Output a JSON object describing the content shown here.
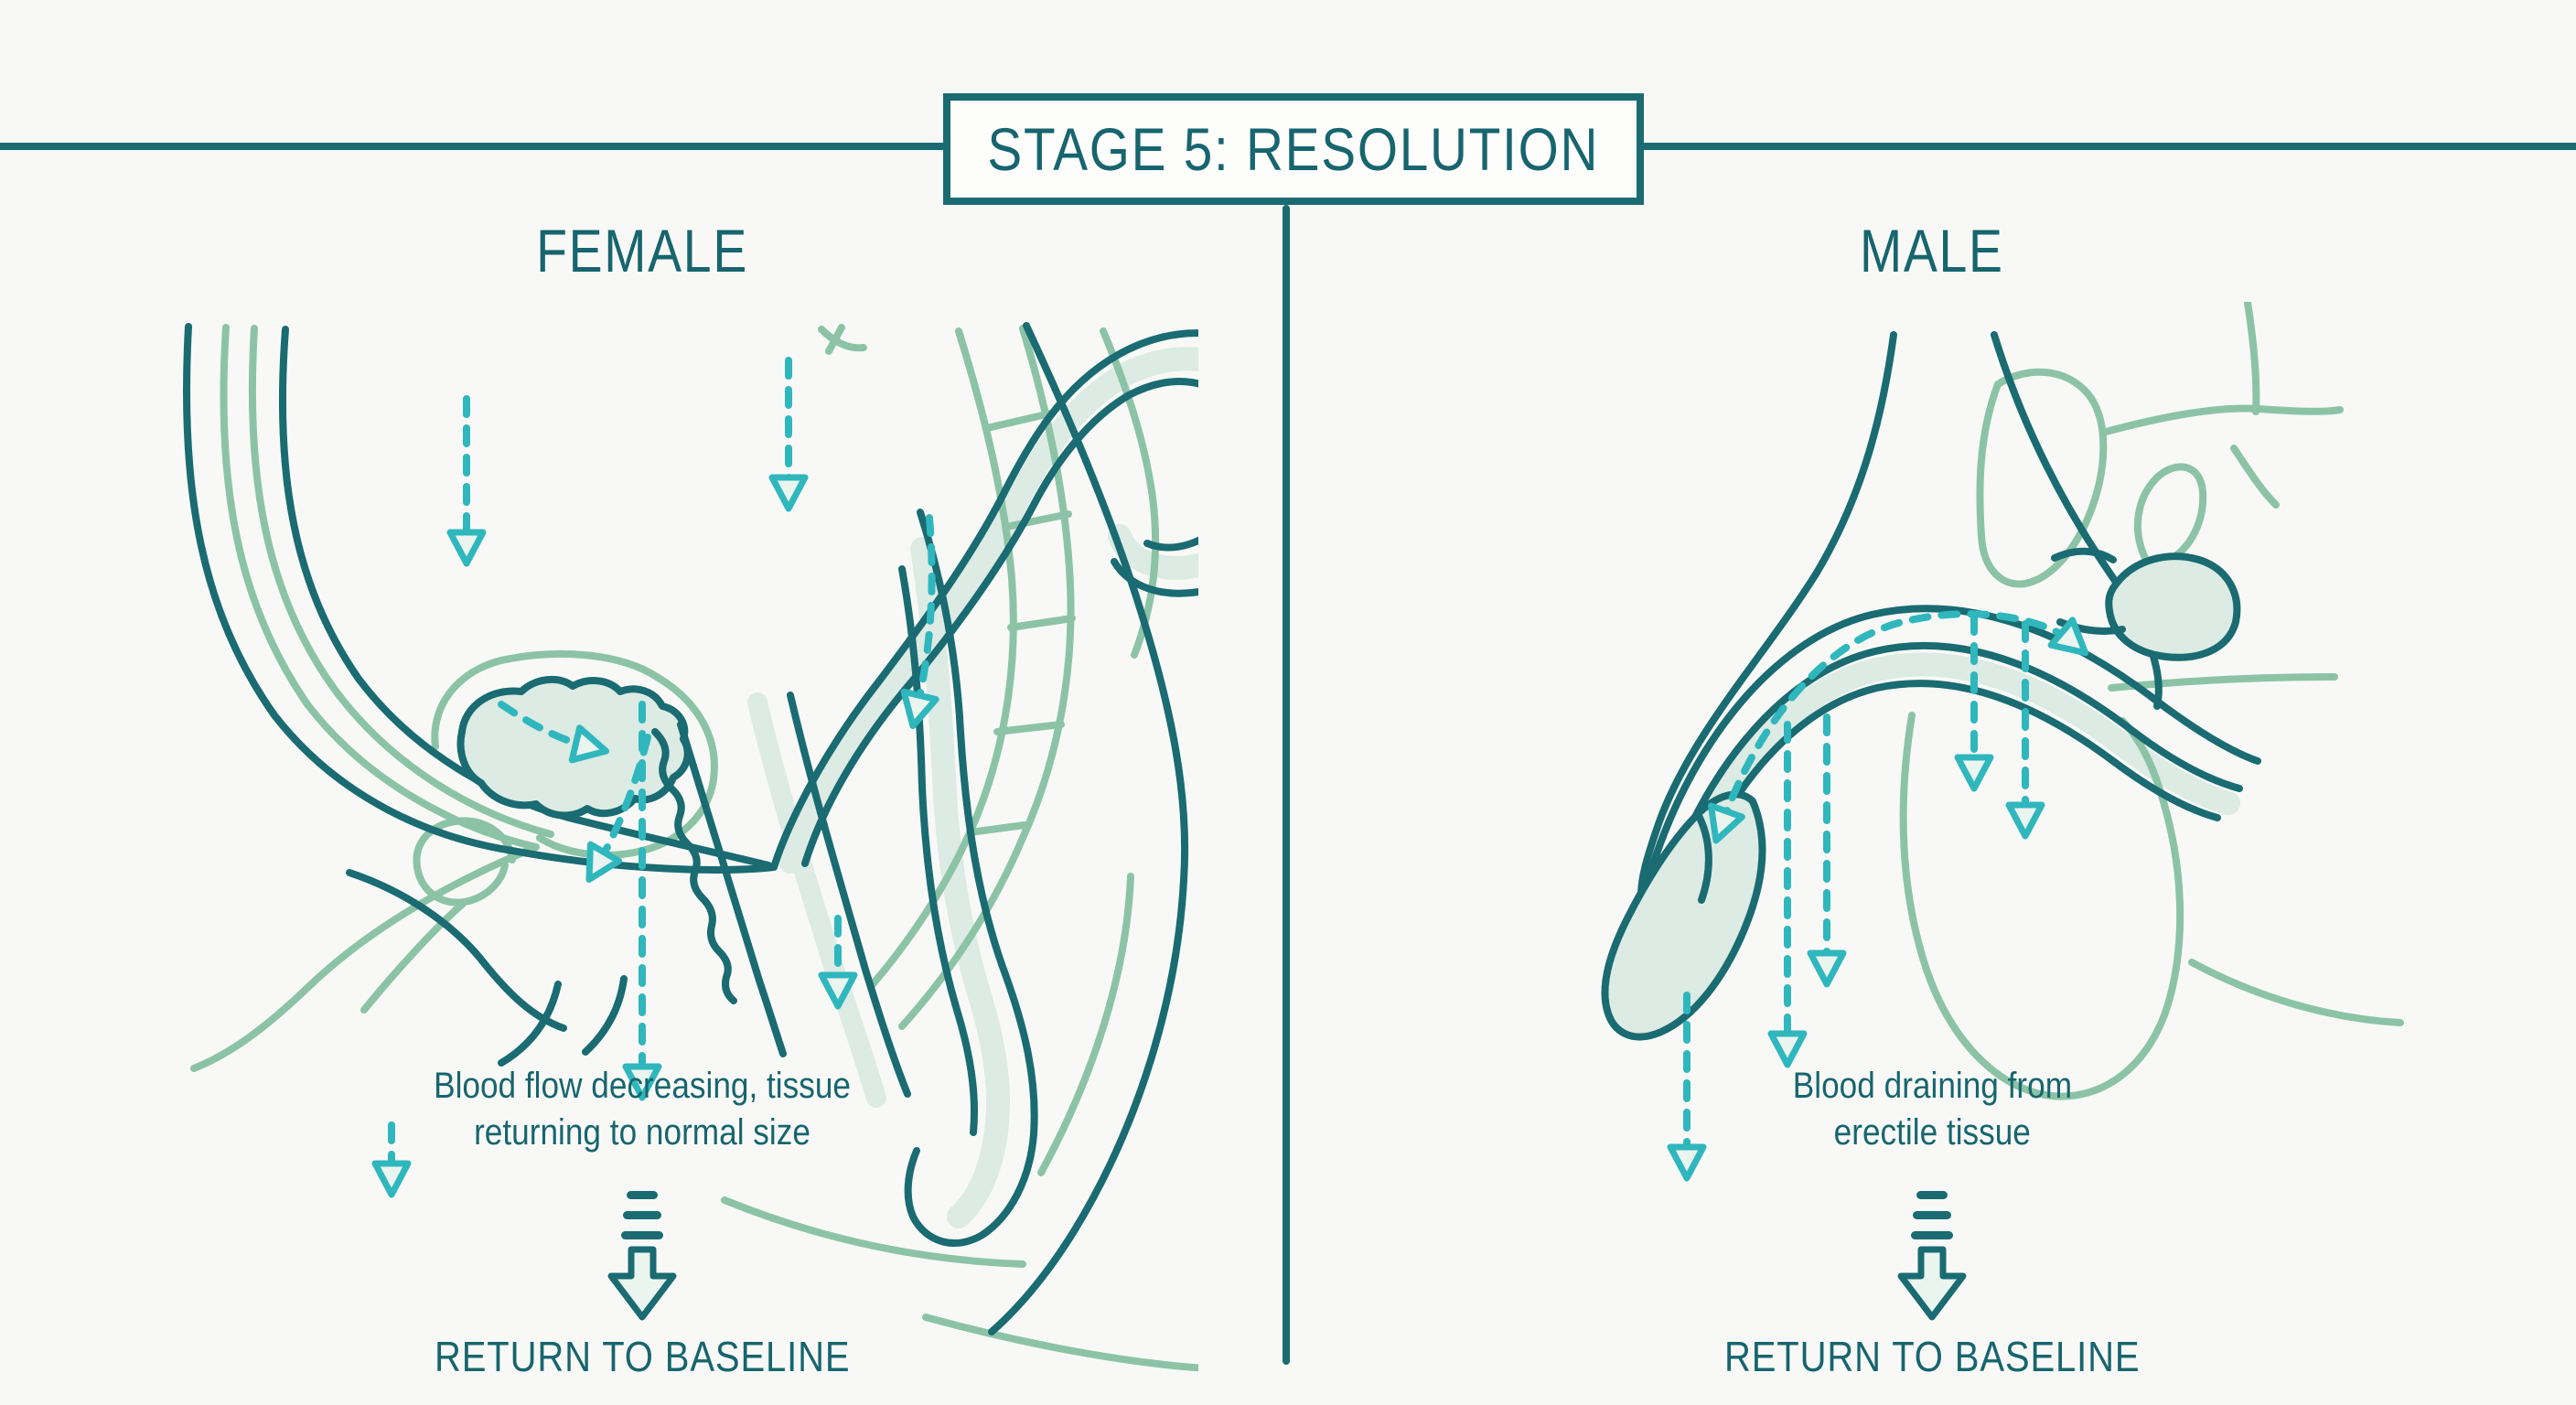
{
  "header": {
    "title": "STAGE 5: RESOLUTION"
  },
  "panels": {
    "female": {
      "heading": "FEMALE",
      "caption": {
        "line1": "Blood flow decreasing, tissue",
        "line2": "returning to normal size"
      },
      "baseline_label": "RETURN TO BASELINE"
    },
    "male": {
      "heading": "MALE",
      "caption": {
        "line1": "Blood draining from",
        "line2": "erectile tissue"
      },
      "baseline_label": "RETURN TO BASELINE"
    }
  },
  "colors": {
    "background": "#f8f9f6",
    "dark_teal": "#1a6b72",
    "text_teal": "#17656e",
    "light_green": "#8cc3a6",
    "mint": "#dcebe4",
    "mint_light": "#eaf5f0",
    "arrow_turquoise": "#2fb7bd",
    "box_bg": "#fdfdfc"
  }
}
